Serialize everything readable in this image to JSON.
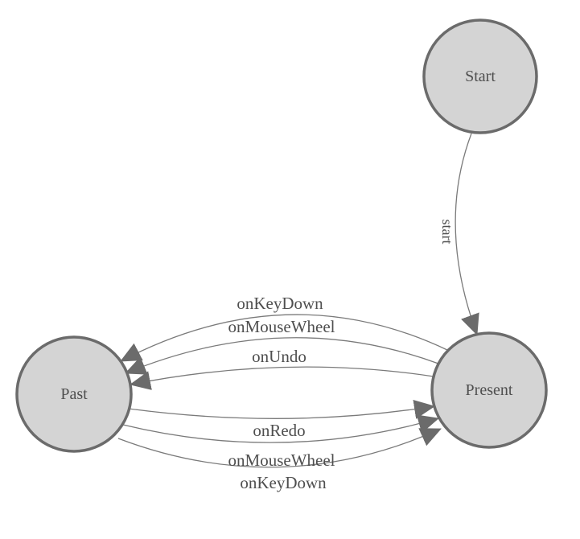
{
  "diagram": {
    "type": "state-machine",
    "nodes": [
      {
        "id": "start",
        "label": "Start"
      },
      {
        "id": "present",
        "label": "Present"
      },
      {
        "id": "past",
        "label": "Past"
      }
    ],
    "edges": [
      {
        "from": "start",
        "to": "present",
        "label": "start"
      },
      {
        "from": "present",
        "to": "past",
        "label": "onKeyDown"
      },
      {
        "from": "present",
        "to": "past",
        "label": "onMouseWheel"
      },
      {
        "from": "present",
        "to": "past",
        "label": "onUndo"
      },
      {
        "from": "past",
        "to": "present",
        "label": "onRedo"
      },
      {
        "from": "past",
        "to": "present",
        "label": "onMouseWheel"
      },
      {
        "from": "past",
        "to": "present",
        "label": "onKeyDown"
      }
    ],
    "theme": {
      "background": "#ffffff",
      "node_fill": "#d4d4d4",
      "node_stroke": "#6b6b6b",
      "edge_stroke": "#7a7a7a",
      "arrow_fill": "#6b6b6b",
      "text_color": "#4f4f4f"
    }
  }
}
